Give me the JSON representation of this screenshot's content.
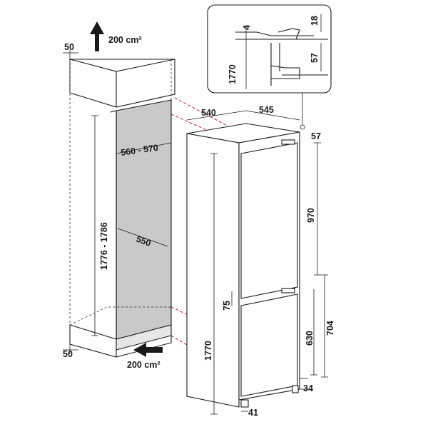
{
  "labels": {
    "vent_top": "200 cm²",
    "vent_bottom": "200 cm²",
    "cab_top_gap": "50",
    "cab_bottom_gap": "50",
    "niche_width": "560 - 570",
    "niche_depth": "550",
    "niche_height": "1776 - 1786",
    "app_depth": "540",
    "app_width": "545",
    "app_top_offset": "57",
    "upper_door": "970",
    "door_gap": "75",
    "lower_door_total": "704",
    "lower_door": "630",
    "app_height": "1770",
    "foot_height": "34",
    "foot_depth": "41",
    "detail_gap": "4",
    "detail_top": "18",
    "detail_height": "1770",
    "detail_offset": "57"
  }
}
